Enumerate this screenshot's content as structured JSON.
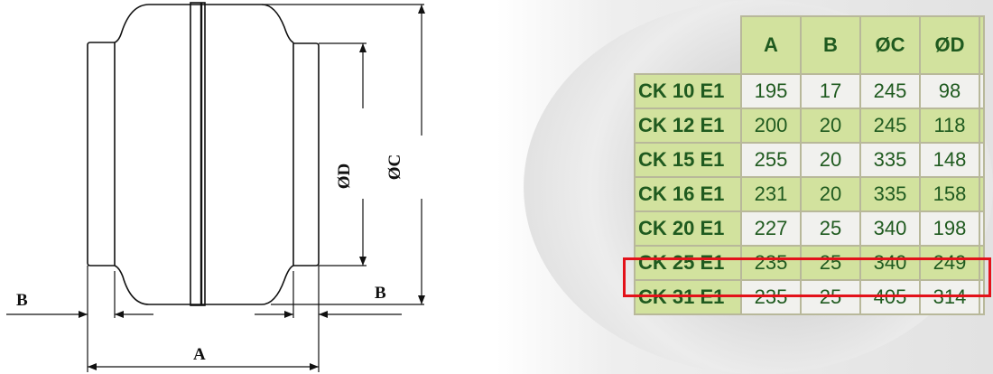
{
  "drawing": {
    "labels": {
      "b_left": "B",
      "b_right": "B",
      "a": "A",
      "od": "ØD",
      "oc": "ØC"
    }
  },
  "table": {
    "headers": [
      "A",
      "B",
      "ØC",
      "ØD"
    ],
    "rows": [
      {
        "model": "CK 10 E1",
        "values": [
          "195",
          "17",
          "245",
          "98"
        ]
      },
      {
        "model": "CK 12 E1",
        "values": [
          "200",
          "20",
          "245",
          "118"
        ]
      },
      {
        "model": "CK 15 E1",
        "values": [
          "255",
          "20",
          "335",
          "148"
        ]
      },
      {
        "model": "CK 16 E1",
        "values": [
          "231",
          "20",
          "335",
          "158"
        ]
      },
      {
        "model": "CK 20 E1",
        "values": [
          "227",
          "25",
          "340",
          "198"
        ]
      },
      {
        "model": "CK 25 E1",
        "values": [
          "235",
          "25",
          "340",
          "249"
        ]
      },
      {
        "model": "CK 31 E1",
        "values": [
          "235",
          "25",
          "405",
          "314"
        ]
      }
    ],
    "highlighted_row": "CK 25 E1",
    "colors": {
      "cell_green": "#d2e29e",
      "text": "#1f5a1f",
      "highlight": "#e3121a"
    }
  }
}
